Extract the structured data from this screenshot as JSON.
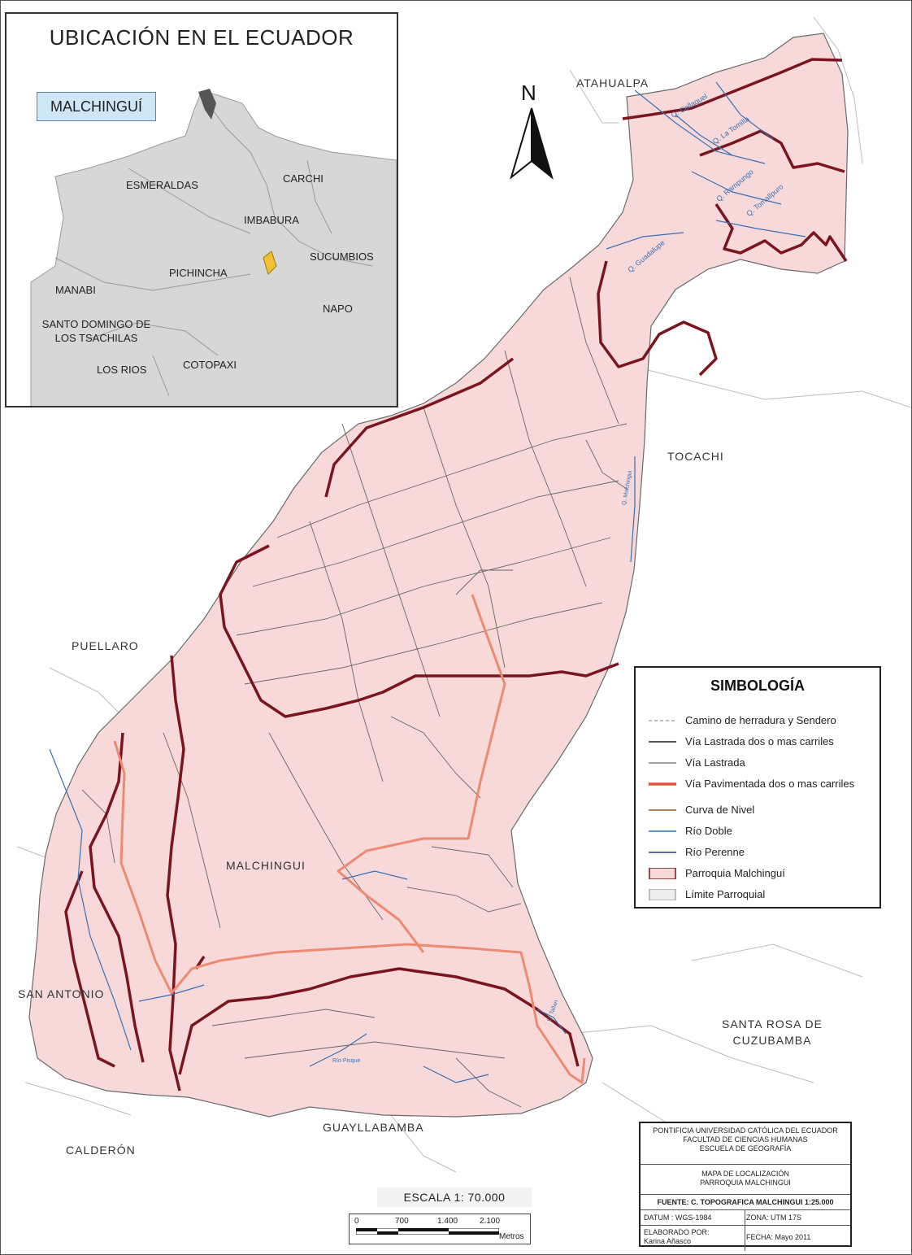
{
  "inset": {
    "title": "UBICACIÓN EN EL ECUADOR",
    "callout": "MALCHINGUÍ",
    "provinces": [
      "ESMERALDAS",
      "CARCHI",
      "IMBABURA",
      "SUCUMBIOS",
      "PICHINCHA",
      "MANABI",
      "NAPO",
      "SANTO DOMINGO DE LOS TSACHILAS",
      "LOS RIOS",
      "COTOPAXI"
    ]
  },
  "north": {
    "letter": "N"
  },
  "parishes": {
    "atahualpa": "ATAHUALPA",
    "tocachi": "TOCACHI",
    "puellaro": "PUELLARO",
    "malchingui": "MALCHINGUI",
    "san_antonio": "SAN ANTONIO",
    "santa_rosa": "SANTA ROSA DE CUZUBAMBA",
    "guayllabamba": "GUAYLLABAMBA",
    "calderon": "CALDERÓN"
  },
  "rivers": [
    "Q. Collaguel",
    "Q. La Tomilla",
    "Q. Rampungo",
    "Q. Tomallpuro",
    "Q. Guadalupe",
    "Q. Malchingui",
    "Q. Tallan",
    "Río Pisque"
  ],
  "legend": {
    "title": "SIMBOLOGÍA",
    "items": [
      {
        "label": "Camino de herradura y Sendero",
        "symbol": "dashed-gray"
      },
      {
        "label": "Vía Lastrada dos o mas carriles",
        "symbol": "black-line"
      },
      {
        "label": "Vía Lastrada",
        "symbol": "thin-black-line"
      },
      {
        "label": "Vía Pavimentada dos o mas carriles",
        "symbol": "red-thick-line"
      },
      {
        "label": "Curva de Nivel",
        "symbol": "brown-line"
      },
      {
        "label": "Río Doble",
        "symbol": "blue-line"
      },
      {
        "label": "Río Perenne",
        "symbol": "dark-blue-line"
      },
      {
        "label": "Parroquia Malchinguí",
        "symbol": "pink-fill"
      },
      {
        "label": "Límite Parroquial",
        "symbol": "gray-fill"
      }
    ]
  },
  "scale": {
    "label": "ESCALA 1: 70.000",
    "ticks": [
      "0",
      "700",
      "1.400",
      "2.100"
    ],
    "units": "Metros"
  },
  "title_block": {
    "institution": "PONTIFICIA UNIVERSIDAD CATÓLICA DEL ECUADOR",
    "faculty": "FACULTAD DE CIENCIAS HUMANAS",
    "school": "ESCUELA DE GEOGRAFÍA",
    "map_title_1": "MAPA DE LOCALIZACIÓN",
    "map_title_2": "PARROQUIA MALCHINGUI",
    "source": "FUENTE: C. TOPOGRAFICA MALCHINGUI 1:25.000",
    "datum": "DATUM : WGS-1984",
    "zone": "ZONA: UTM 17S",
    "author_label": "ELABORADO POR:",
    "author": "Karina Añasco",
    "date": "FECHA: Mayo 2011"
  },
  "colors": {
    "parish_fill": "#f7d9d9",
    "contour": "#7a1520",
    "paved_road": "#ee8a72",
    "river": "#3a6fb5",
    "road": "#555555"
  }
}
